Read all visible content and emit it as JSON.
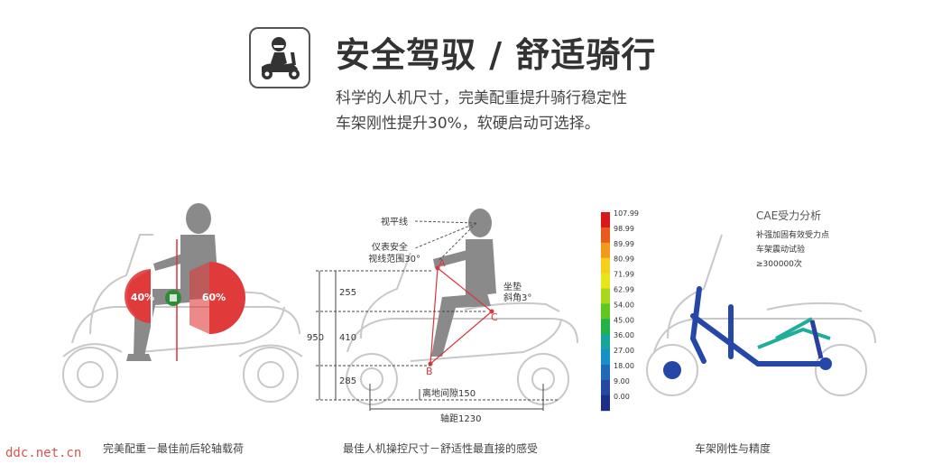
{
  "header": {
    "title": "安全驾驭 / 舒适骑行",
    "subtitle_line1": "科学的人机尺寸，完美配重提升骑行稳定性",
    "subtitle_line2": "车架刚性提升30%，软硬启动可选择。",
    "icon": "scooter-rider-icon"
  },
  "panel1": {
    "front_pct": "40%",
    "rear_pct": "60%",
    "caption": "完美配重－最佳前后轮轴载荷"
  },
  "panel2": {
    "sightline": "视平线",
    "dash_view_line1": "仪表安全",
    "dash_view_line2": "视线范围30°",
    "point_a": "A",
    "point_b": "B",
    "point_c": "C",
    "seat_angle_line1": "坐垫",
    "seat_angle_line2": "斜角3°",
    "dim_255": "255",
    "dim_950": "950",
    "dim_410": "410",
    "dim_285": "285",
    "ground_clearance": "离地间隙150",
    "wheelbase": "轴距1230",
    "caption": "最佳人机操控尺寸－舒适性最直接的感受"
  },
  "panel3": {
    "scale_labels": [
      "107.99",
      "98.99",
      "89.99",
      "80.99",
      "71.99",
      "62.99",
      "54.00",
      "45.00",
      "36.00",
      "27.00",
      "18.00",
      "9.00",
      "0.00"
    ],
    "scale_colors": [
      "#d7191c",
      "#e85b1f",
      "#f29a1e",
      "#f6cf1c",
      "#e6e61a",
      "#a8d81c",
      "#5fc71e",
      "#23b14a",
      "#16a59a",
      "#1790c8",
      "#1f6ab8",
      "#2448a2",
      "#1b2f85"
    ],
    "cae_title": "CAE受力分析",
    "note1": "补强加固有效受力点",
    "note2": "车架震动试验",
    "note3": "≥300000次",
    "caption": "车架刚性与精度"
  },
  "watermark": "ddc.net.cn"
}
